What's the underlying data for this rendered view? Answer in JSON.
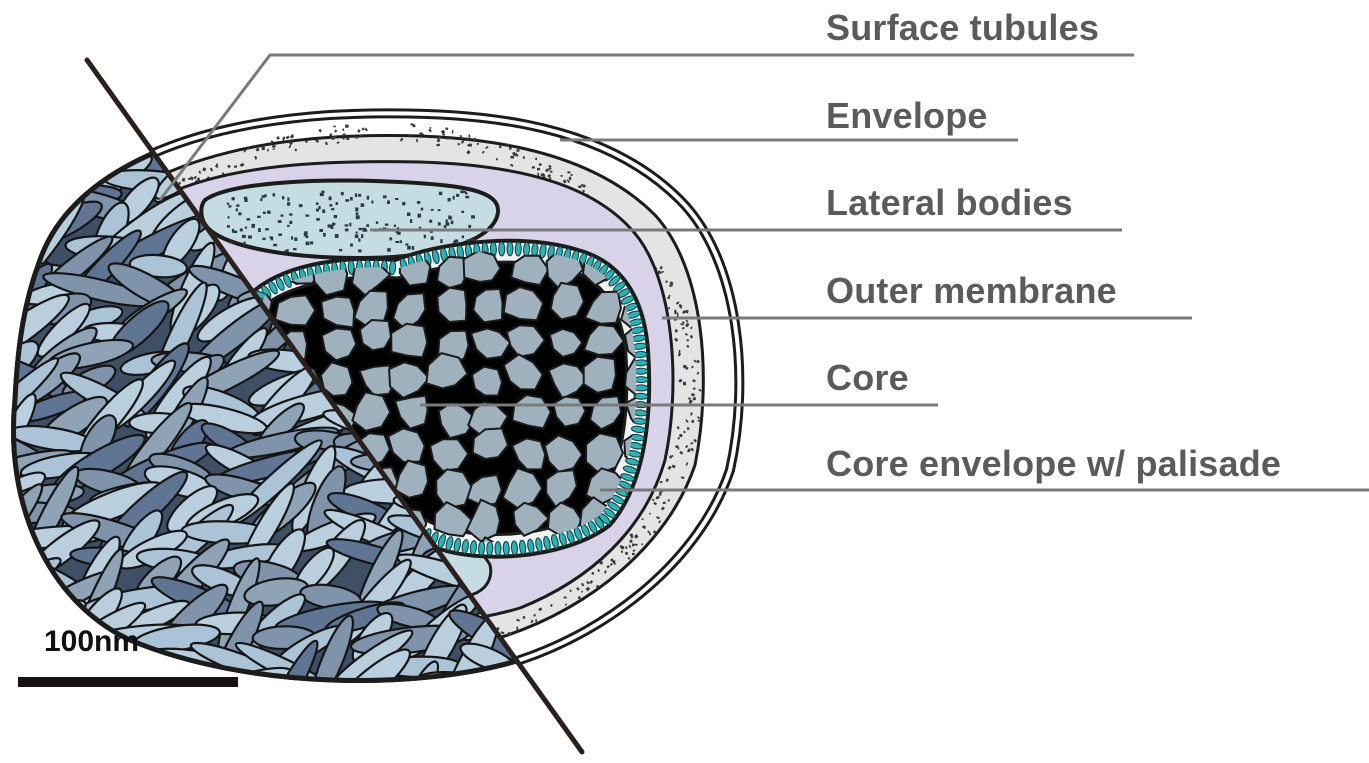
{
  "labels": {
    "surface_tubules": "Surface tubules",
    "envelope": "Envelope",
    "lateral_bodies": "Lateral bodies",
    "outer_membrane": "Outer membrane",
    "core": "Core",
    "core_envelope": "Core envelope w/ palisade"
  },
  "scale_bar": {
    "text": "100nm"
  },
  "colors": {
    "label_text": "#5b5b5b",
    "leader_line": "#7a7a7a",
    "outline": "#1c1c1c",
    "envelope_fill": "#e4e4e4",
    "outer_membrane_fill": "#d9d3ea",
    "lateral_body_fill": "#c6dce3",
    "core_fill": "#9fb1bc",
    "core_cavity": "#000000",
    "palisade": "#2fb0b4",
    "tubule_light": "#b9cfde",
    "tubule_mid": "#8fa3b6",
    "tubule_dark": "#5f7593",
    "cut_line": "#2a201d"
  }
}
